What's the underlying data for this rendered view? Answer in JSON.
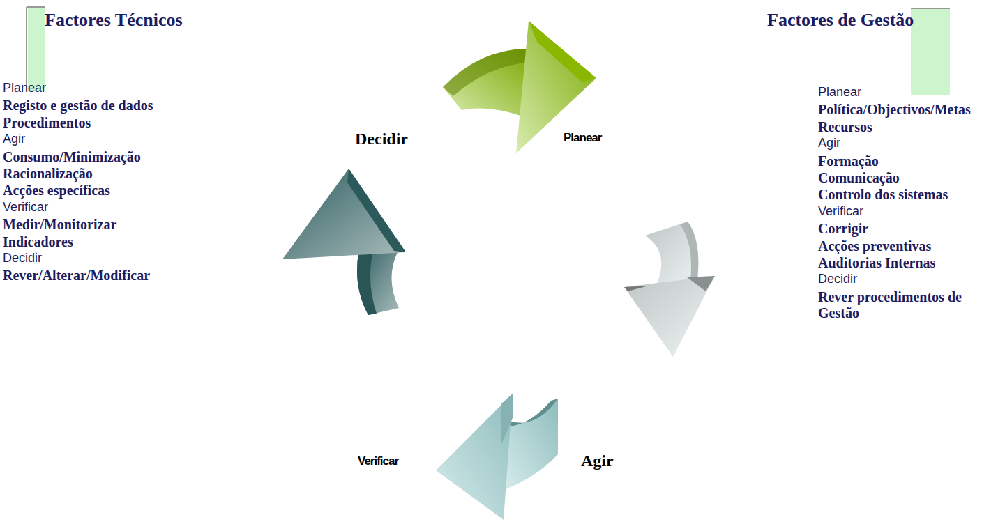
{
  "diagram": {
    "labels": [
      "Factores Técnicos",
      "Planear",
      "Registo e gestão de dados",
      "Procedimentos",
      "Agir",
      "Consumo/Minimização",
      "Racionalização",
      "Acções específicas",
      "Verificar",
      "Medir/Monitorizar",
      "Indicadores",
      "Decidir",
      "Rever/Alterar/Modificar",
      "Decidir",
      "Planear",
      "Verificar",
      "Agir",
      "Factores de Gestão",
      "Planear",
      "Política/Objectivos/Metas",
      "Recursos",
      "Agir",
      "Formação",
      "Comunicação",
      "Controlo dos sistemas",
      "Verificar",
      "Corrigir",
      "Acções preventivas",
      "Auditorias Internas",
      "Decidir",
      "Rever procedimentos de Gestão"
    ]
  }
}
